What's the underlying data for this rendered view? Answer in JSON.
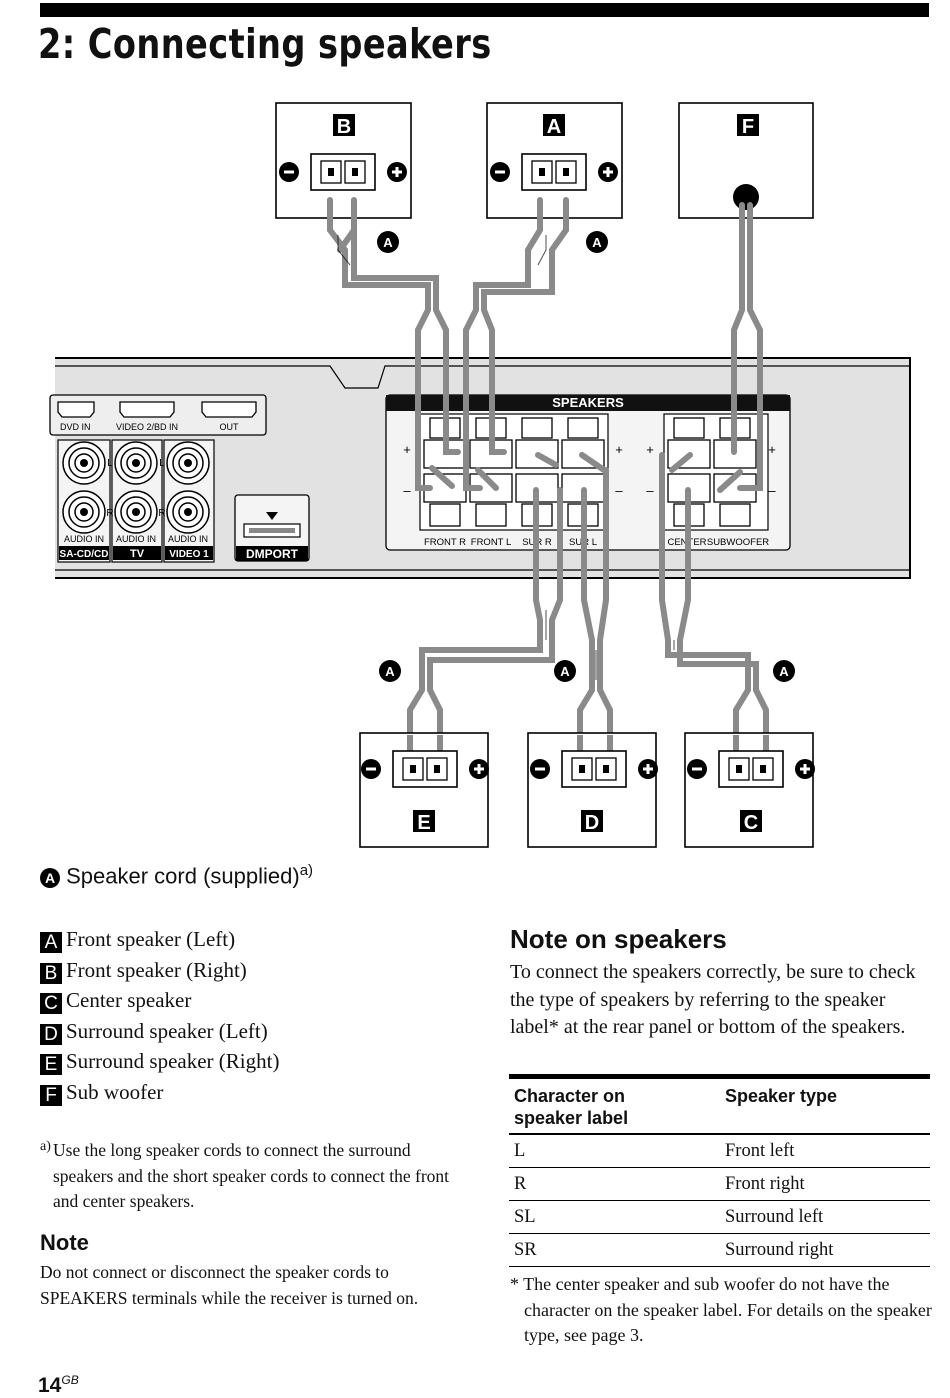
{
  "page": {
    "title": "2: Connecting speakers",
    "page_number": "14",
    "page_suffix": "GB"
  },
  "diagram": {
    "cord_badge": "A",
    "speaker_boxes": [
      "B",
      "A",
      "F",
      "E",
      "D",
      "C"
    ],
    "receiver": {
      "speakers_header": "SPEAKERS",
      "terminal_labels": [
        "FRONT R",
        "FRONT L",
        "SUR R",
        "SUR L",
        "CENTER",
        "SUBWOOFER"
      ],
      "hdmi_labels": [
        "DVD IN",
        "VIDEO 2/BD IN",
        "OUT"
      ],
      "audio_in_label": "AUDIO IN",
      "source_labels": [
        "SA-CD/CD",
        "TV",
        "VIDEO 1"
      ],
      "channel_labels": [
        "L",
        "R"
      ],
      "port_label": "DMPORT",
      "plus": "+",
      "minus": "–"
    }
  },
  "cord_note": {
    "badge": "A",
    "text": "Speaker cord (supplied)",
    "sup": "a)"
  },
  "legend": [
    {
      "key": "A",
      "text": "Front speaker (Left)"
    },
    {
      "key": "B",
      "text": "Front speaker (Right)"
    },
    {
      "key": "C",
      "text": "Center speaker"
    },
    {
      "key": "D",
      "text": "Surround speaker (Left)"
    },
    {
      "key": "E",
      "text": "Surround speaker (Right)"
    },
    {
      "key": "F",
      "text": "Sub woofer"
    }
  ],
  "footnote": {
    "mark": "a)",
    "text": "Use the long speaker cords to connect the surround speakers and the short speaker cords to connect the front and center speakers."
  },
  "note": {
    "heading": "Note",
    "text": "Do not connect or disconnect the speaker cords to SPEAKERS terminals while the receiver is turned on."
  },
  "note_on_speakers": {
    "heading": "Note on speakers",
    "text": "To connect the speakers correctly, be sure to check the type of speakers by referring to the speaker label* at the rear panel or bottom of the speakers."
  },
  "table": {
    "col1_line1": "Character on",
    "col1_line2": "speaker label",
    "col2": "Speaker type",
    "rows": [
      {
        "char": "L",
        "type": "Front left"
      },
      {
        "char": "R",
        "type": "Front right"
      },
      {
        "char": "SL",
        "type": "Surround left"
      },
      {
        "char": "SR",
        "type": "Surround right"
      }
    ]
  },
  "table_note": "* The center speaker and sub woofer do not have the character on the speaker label. For details on the speaker type, see page 3."
}
